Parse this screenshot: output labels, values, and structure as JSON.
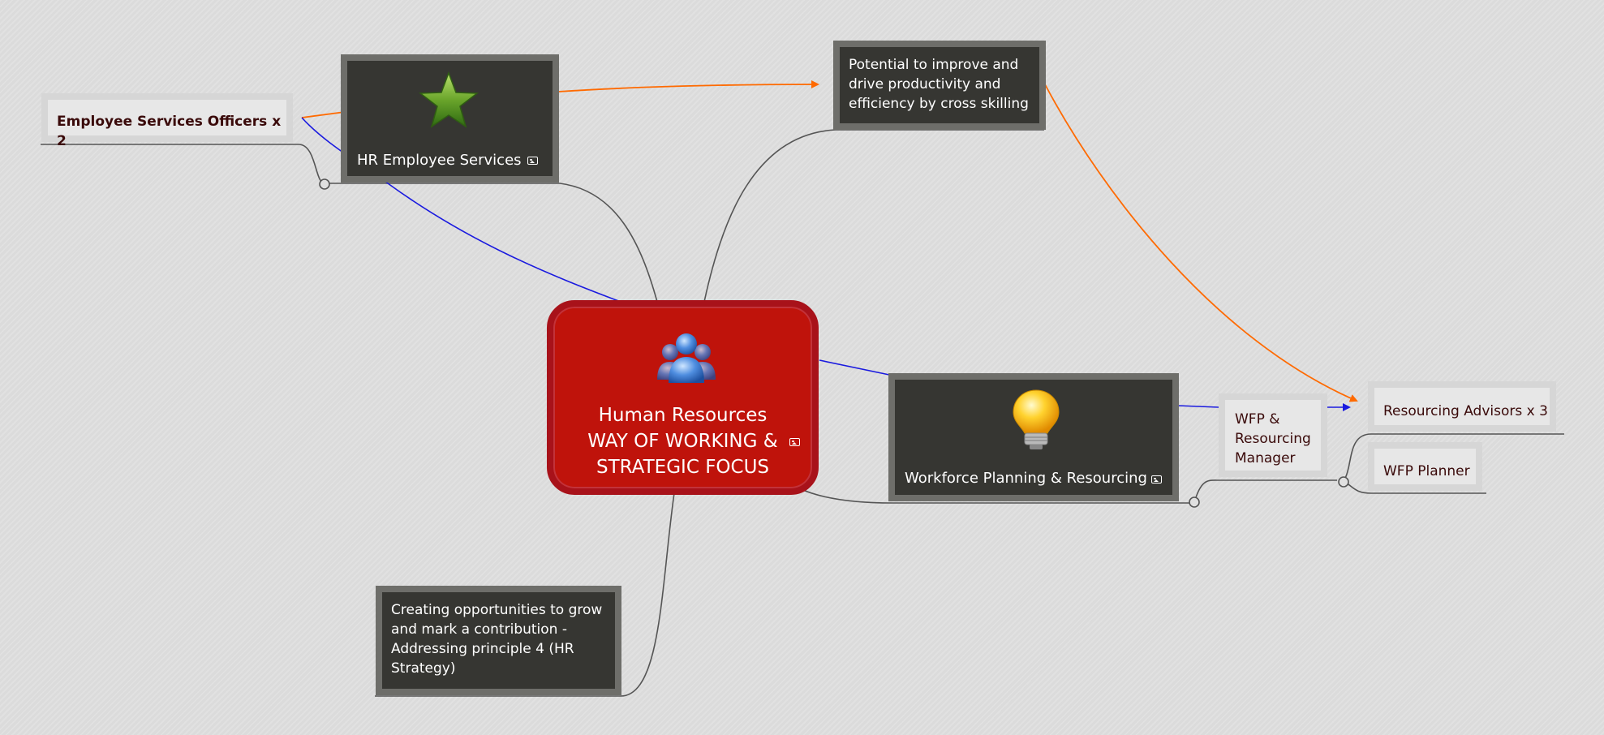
{
  "central": {
    "line1": "Human Resources",
    "line2": "WAY OF WORKING &",
    "line3": "STRATEGIC FOCUS",
    "icon": "people-icon",
    "attachment_icon": "image-icon"
  },
  "nodes": {
    "hr_employee_services": {
      "label": "HR Employee Services",
      "icon": "star-icon",
      "attachment_icon": "image-icon"
    },
    "workforce_planning": {
      "label": "Workforce Planning & Resourcing",
      "icon": "lightbulb-icon",
      "attachment_icon": "image-icon"
    },
    "potential": {
      "lines": [
        "Potential to improve and",
        "drive productivity and",
        "efficiency by cross skilling"
      ]
    },
    "creating": {
      "lines": [
        "Creating opportunities to grow",
        "and mark a contribution -",
        "Addressing principle 4 (HR",
        "Strategy)"
      ]
    },
    "employee_officers": {
      "label": "Employee Services Officers x 2"
    },
    "wfp_manager": {
      "lines": [
        "WFP &",
        "Resourcing",
        "Manager"
      ]
    },
    "resourcing_advisors": {
      "label": "Resourcing Advisors x 3"
    },
    "wfp_planner": {
      "label": "WFP Planner"
    }
  },
  "colors": {
    "central_fill": "#bf130b",
    "node_fill": "#363632",
    "node_border": "#6e6e6a",
    "relation_orange": "#ff6a00",
    "relation_blue": "#1a1adf",
    "branch_line": "#555555"
  }
}
